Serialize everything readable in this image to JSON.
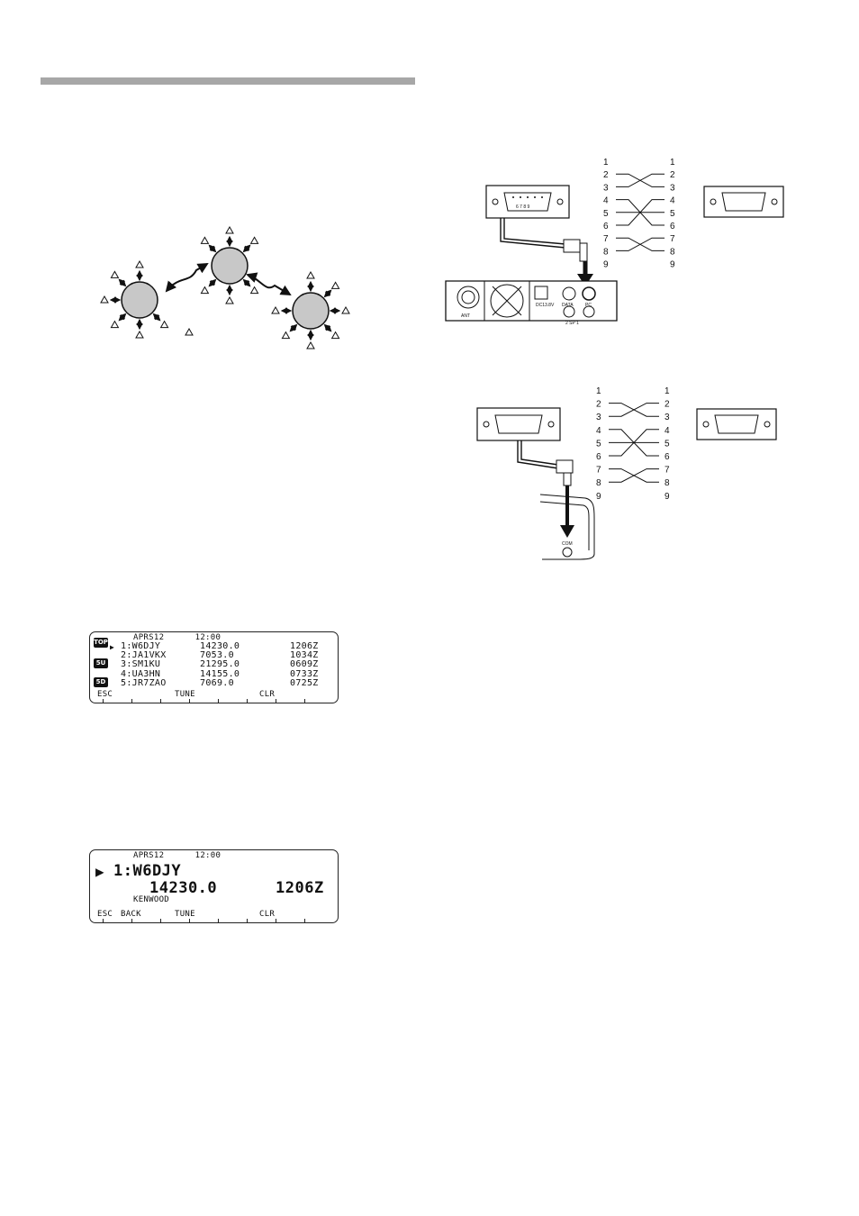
{
  "pinout": {
    "upper": {
      "left": [
        "1",
        "2",
        "3",
        "4",
        "5",
        "6",
        "7",
        "8",
        "9"
      ],
      "right": [
        "1",
        "2",
        "3",
        "4",
        "5",
        "6",
        "7",
        "8",
        "9"
      ]
    },
    "lower": {
      "left": [
        "1",
        "2",
        "3",
        "4",
        "5",
        "6",
        "7",
        "8",
        "9"
      ],
      "right": [
        "1",
        "2",
        "3",
        "4",
        "5",
        "6",
        "7",
        "8",
        "9"
      ]
    }
  },
  "connector_labels": {
    "db9_pins_bottom": "6 7 8 9",
    "ant": "ANT",
    "dc": "DC13.8V",
    "data": "DATA",
    "pc": "PC",
    "sp": "2  SP  1",
    "com": "COM"
  },
  "display_list": {
    "header": "APRS12      12:00",
    "rows": [
      {
        "no": "1:W6DJY",
        "freq": "14230.0",
        "time": "1206Z"
      },
      {
        "no": "2:JA1VKX",
        "freq": "7053.0",
        "time": "1034Z"
      },
      {
        "no": "3:SM1KU",
        "freq": "21295.0",
        "time": "0609Z"
      },
      {
        "no": "4:UA3HN",
        "freq": "14155.0",
        "time": "0733Z"
      },
      {
        "no": "5:JR7ZAO",
        "freq": "7069.0",
        "time": "0725Z"
      }
    ],
    "badges": [
      "TOP",
      "5U",
      "5D"
    ],
    "softkeys": [
      "ESC",
      "TUNE",
      "CLR"
    ]
  },
  "display_detail": {
    "header": "APRS12      12:00",
    "callsign": "1:W6DJY",
    "freq": "14230.0",
    "time": "1206Z",
    "comment": "KENWOOD",
    "softkeys": [
      "ESC",
      "BACK",
      "TUNE",
      "CLR"
    ]
  }
}
